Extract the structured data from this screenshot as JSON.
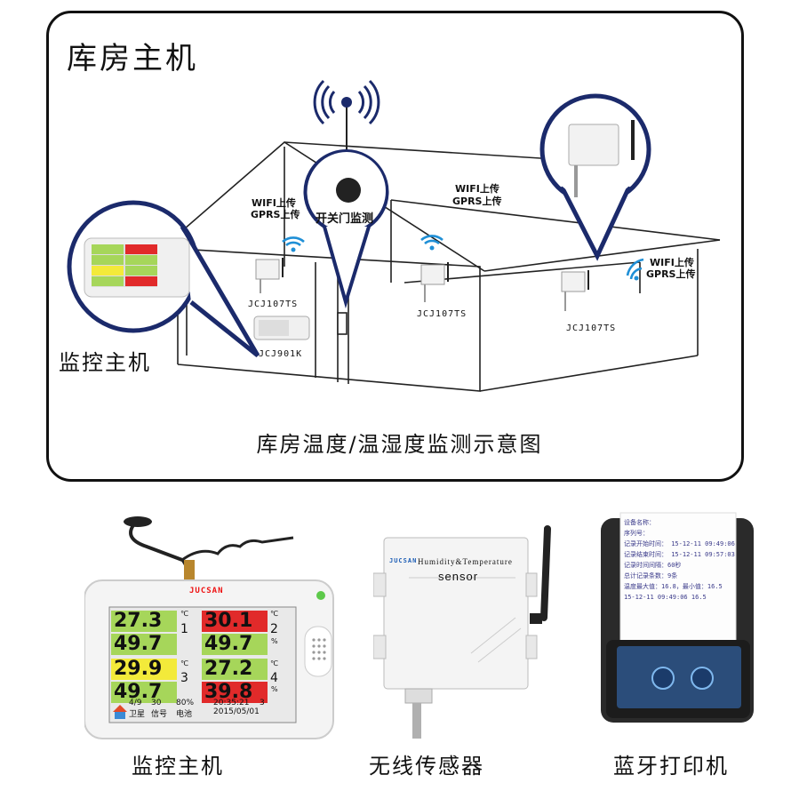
{
  "diagram": {
    "title": "库房主机",
    "caption": "库房温度/温湿度监测示意图",
    "monitor_label": "监控主机",
    "door_label": "开关门监测",
    "upload_wifi": "WIFI上传",
    "upload_gprs": "GPRS上传",
    "sensor_model": "JCJ107TS",
    "host_model": "JCJ901K"
  },
  "monitor_display": {
    "brand": "JUCSAN",
    "readings": [
      {
        "temp": "27.3",
        "hum": "49.7",
        "temp_color": "#a6d65a",
        "hum_color": "#a6d65a",
        "channel": "1"
      },
      {
        "temp": "30.1",
        "hum": "49.7",
        "temp_color": "#e12a2a",
        "hum_color": "#a6d65a",
        "channel": "2"
      },
      {
        "temp": "29.9",
        "hum": "49.7",
        "temp_color": "#f3ea3a",
        "hum_color": "#a6d65a",
        "channel": "3"
      },
      {
        "temp": "27.2",
        "hum": "39.8",
        "temp_color": "#a6d65a",
        "hum_color": "#e12a2a",
        "channel": "4"
      }
    ],
    "unit_temp": "℃",
    "unit_hum": "%",
    "status": {
      "satellite": "4/9",
      "satellite_label": "卫星",
      "signal": "30",
      "signal_label": "信号",
      "battery": "80%",
      "battery_label": "电池",
      "time": "20:35:21",
      "sim": "3",
      "date": "2015/05/01"
    }
  },
  "sensor_device": {
    "brand": "JUCSAN",
    "line1": "Humidity&Temperature",
    "line2": "sensor"
  },
  "printer_receipt": {
    "lines": [
      "设备名称：",
      "序列号：",
      "记录开始时间： 15-12-11 09:49:06",
      "记录结束时间： 15-12-11 09:57:03",
      "记录时间间隔：60秒",
      "总计记录条数：9条",
      "温度最大值：16.8，最小值：16.5",
      "15-12-11 09:49:06  16.5"
    ]
  },
  "products": {
    "host": "监控主机",
    "sensor": "无线传感器",
    "printer": "蓝牙打印机"
  }
}
